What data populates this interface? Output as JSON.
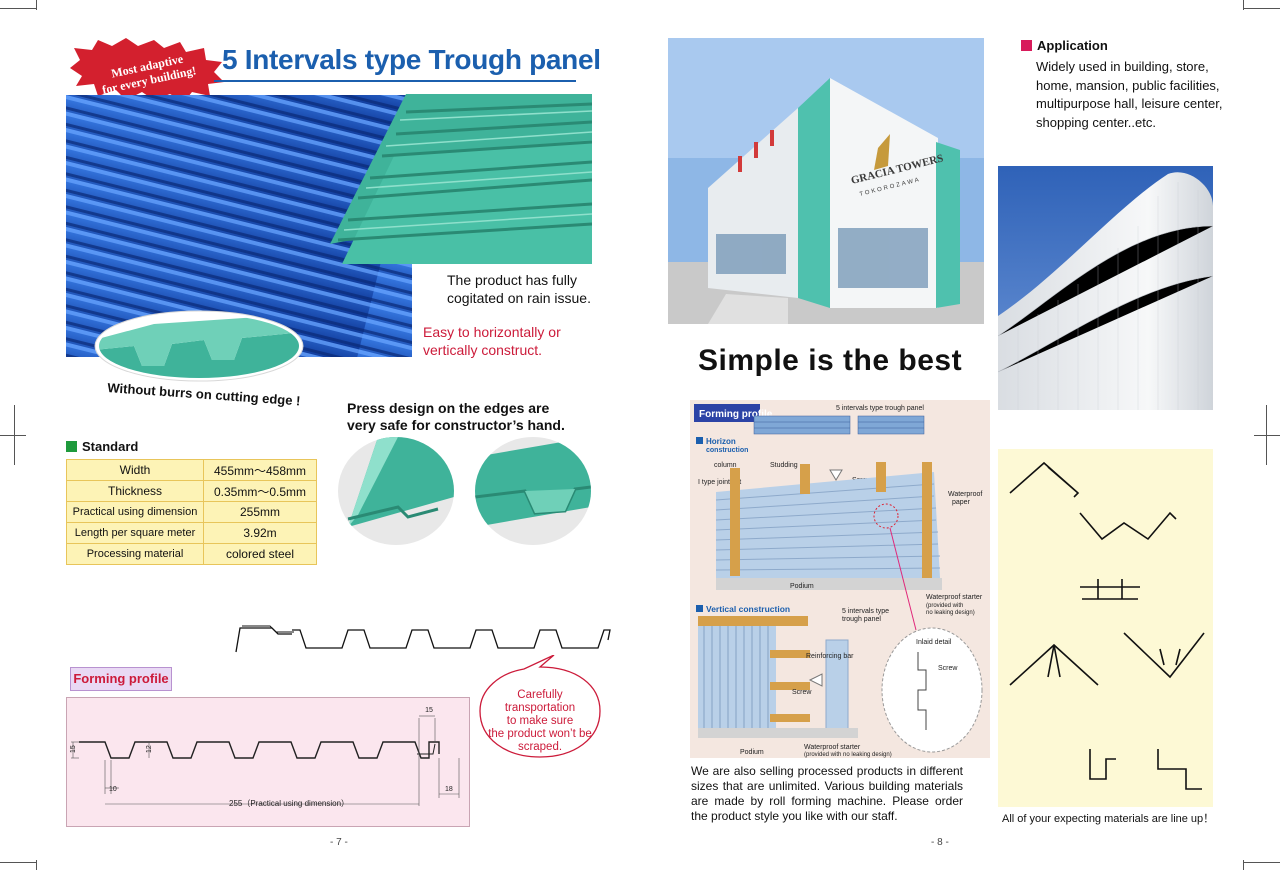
{
  "left_page": {
    "badge_line1": "Most adaptive",
    "badge_line2": "for every building!",
    "title": "5 Intervals type Trough panel",
    "caption_rain_1": "The product has fully",
    "caption_rain_2": "cogitated on rain issue.",
    "caption_construct_1": "Easy to horizontally or",
    "caption_construct_2": "vertically construct.",
    "caption_burrs": "Without burrs on cutting edge !",
    "caption_press_1": "Press design on the edges are",
    "caption_press_2": "very safe for constructor’s hand.",
    "standard_heading": "Standard",
    "standard_rows": [
      {
        "label": "Width",
        "value": "455mm～458mm"
      },
      {
        "label": "Thickness",
        "value": "0.35mm～0.5mm"
      },
      {
        "label": "Practical using dimension",
        "value": "255mm"
      },
      {
        "label": "Length per square meter",
        "value": "3.92m"
      },
      {
        "label": "Processing material",
        "value": "colored steel"
      }
    ],
    "forming_profile_label": "Forming profile",
    "dimensions": {
      "d15_top": "15",
      "d15_left": "15",
      "d12": "12",
      "d10": "10",
      "d18": "18",
      "practical": "255（Practical using dimension）"
    },
    "bubble_text": [
      "Carefully",
      "transportation",
      "to make sure",
      "the product won’t be",
      "scraped."
    ],
    "page_number": "- 7 -"
  },
  "right_page": {
    "application_heading": "Application",
    "application_text": "Widely used in building, store, home, mansion, public facilities, multipurpose hall, leisure center, shopping center..etc.",
    "building_sign_1": "GRACIA TOWERS",
    "building_sign_2": "TOKOROZAWA",
    "slogan": "Simple  is the  best",
    "diagram": {
      "forming_profile": "Forming profile",
      "panel_label": "5 intervals type trough panel",
      "horizon_1": "Horizon",
      "horizon_2": "construction",
      "column": "column",
      "studding": "Studding",
      "joint_set": "I type joint set",
      "screw": "Screw",
      "waterproof_paper_1": "Waterproof",
      "waterproof_paper_2": "paper",
      "podium": "Podium",
      "starter_1": "Waterproof starter",
      "starter_2": "(provided with",
      "starter_3": "no leaking design)",
      "vertical": "Vertical construction",
      "v_panel_1": "5 intervals type",
      "v_panel_2": "trough panel",
      "inlaid": "Inlaid detail",
      "reinforcing": "Reinforcing bar",
      "screw2": "Screw",
      "screw3": "Screw",
      "podium2": "Podium",
      "v_starter_1": "Waterproof starter",
      "v_starter_2": "(provided with no leaking design)"
    },
    "paragraph": "We are also selling processed products in different sizes that are unlimited. Various building materials are made by roll forming machine. Please order the product style you like with our staff.",
    "materials_caption": "All of your expecting materials are line up！",
    "page_number": "- 8 -"
  },
  "colors": {
    "title_blue": "#1b5fae",
    "accent_red": "#cc1b3a",
    "standard_green": "#1e9a3c",
    "application_pink": "#d81b5b",
    "panel_teal": "#3fb39a",
    "roof_blue": "#1d56c7"
  }
}
